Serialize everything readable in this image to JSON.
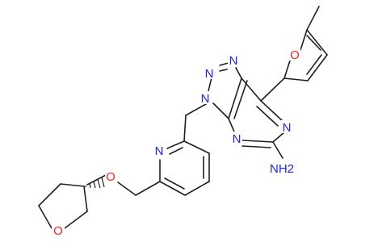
{
  "molecule": {
    "atoms": [
      {
        "symbol": "N",
        "element": "N"
      },
      {
        "symbol": "N",
        "element": "N"
      },
      {
        "symbol": "N",
        "element": "N"
      },
      {
        "symbol": "N",
        "element": "N"
      },
      {
        "symbol": "N",
        "element": "N"
      },
      {
        "symbol": "N",
        "element": "N"
      },
      {
        "symbol": "NH2",
        "element": "N"
      },
      {
        "symbol": "O",
        "element": "O"
      },
      {
        "symbol": "O",
        "element": "O"
      },
      {
        "symbol": "O",
        "element": "O"
      }
    ]
  },
  "colors": {
    "bond": "#202020",
    "nitrogen": "#2020ff",
    "oxygen": "#ff2020",
    "background": "#ffffff"
  }
}
